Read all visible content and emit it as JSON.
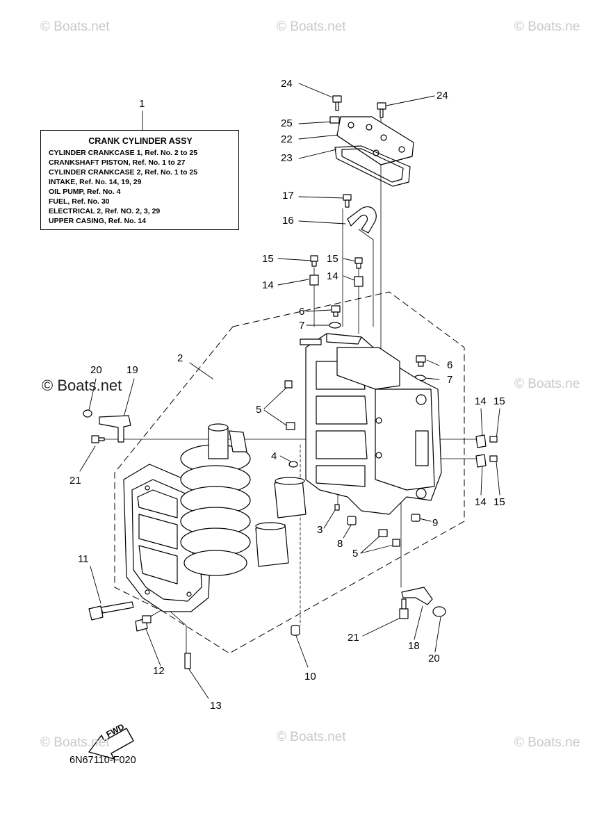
{
  "watermark": {
    "text": "© Boats.net",
    "text_cut": "© Boats.ne"
  },
  "legend": {
    "title": "CRANK CYLINDER ASSY",
    "lines": [
      "CYLINDER CRANKCASE 1,  Ref. No. 2 to 25",
      "CRANKSHAFT PISTON,  Ref. No. 1 to 27",
      "CYLINDER CRANKCASE 2,  Ref. No. 1 to 25",
      "INTAKE,  Ref. No. 14, 19, 29",
      "OIL PUMP,  Ref. No. 4",
      "FUEL,  Ref. No. 30",
      "ELECTRICAL 2,  Ref. NO. 2, 3, 29",
      "UPPER CASING,  Ref. No. 14"
    ]
  },
  "callouts": {
    "c1": "1",
    "c2": "2",
    "c3": "3",
    "c4": "4",
    "c5a": "5",
    "c5b": "5",
    "c6a": "6",
    "c6b": "6",
    "c7a": "7",
    "c7b": "7",
    "c8": "8",
    "c9": "9",
    "c10": "10",
    "c11": "11",
    "c12": "12",
    "c13": "13",
    "c14a": "14",
    "c14b": "14",
    "c14c": "14",
    "c14d": "14",
    "c15a": "15",
    "c15b": "15",
    "c15c": "15",
    "c15d": "15",
    "c16": "16",
    "c17": "17",
    "c18": "18",
    "c19": "19",
    "c20a": "20",
    "c20b": "20",
    "c21a": "21",
    "c21b": "21",
    "c22": "22",
    "c23": "23",
    "c24a": "24",
    "c24b": "24",
    "c25": "25"
  },
  "fwd_label": "FWD",
  "diagram_code": "6N67110-F020",
  "colors": {
    "line": "#000000",
    "watermark": "#c9c9c9",
    "part_fill": "#ffffff",
    "shade": "#d9d9d9"
  }
}
